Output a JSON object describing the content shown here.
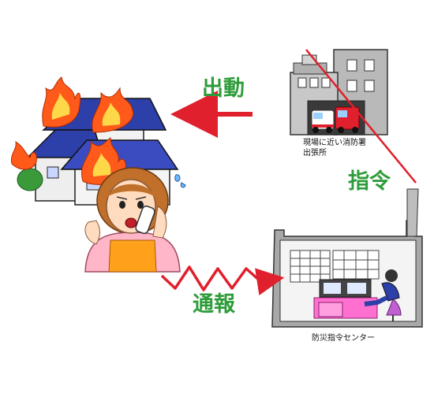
{
  "labels": {
    "dispatch": "出動",
    "command": "指令",
    "report": "通報",
    "station_line1": "現場に近い消防署",
    "station_line2": "出張所",
    "center": "防災指令センター"
  },
  "colors": {
    "label_green": "#2e9c3a",
    "arrow_red": "#e0202c",
    "fire_orange": "#ff5a1a",
    "fire_yellow": "#ffd84a",
    "roof_blue": "#2d3fa8",
    "building_gray": "#b9b9b9",
    "center_gray": "#a8a8a8"
  },
  "icons": [
    "burning-house-icon",
    "calling-woman-icon",
    "fire-station-icon",
    "dispatch-center-icon"
  ]
}
